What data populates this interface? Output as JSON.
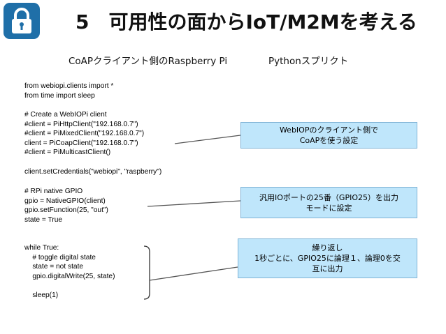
{
  "header": {
    "title": "5　可用性の面からIoT/M2Mを考える",
    "logo_icon": "padlock-icon"
  },
  "subtitle": {
    "left": "CoAPクライアント側のRaspberry Pi",
    "right": "Pythonスプリクト"
  },
  "code": {
    "imports": [
      "from webiopi.clients import *",
      "from time import sleep"
    ],
    "client": [
      "# Create a WebIOPi client",
      "#client = PiHttpClient(\"192.168.0.7\")",
      "#client = PiMixedClient(\"192.168.0.7\")",
      "client = PiCoapClient(\"192.168.0.7\")",
      "#client = PiMulticastClient()"
    ],
    "credentials": [
      "client.setCredentials(\"webiopi\", \"raspberry\")"
    ],
    "gpio": [
      "# RPi native GPIO",
      "gpio = NativeGPIO(client)",
      "gpio.setFunction(25, \"out\")",
      "state = True"
    ],
    "loop": [
      "while True:",
      "    # toggle digital state",
      "    state = not state",
      "    gpio.digitalWrite(25, state)",
      "",
      "    sleep(1)"
    ]
  },
  "callouts": {
    "coap": [
      "WebIOPのクライアント側で",
      "CoAPを使う設定"
    ],
    "gpio": [
      "汎用IOポートの25番（GPIO25）を出力",
      "モードに設定"
    ],
    "loop": [
      "繰り返し",
      "1秒ごとに、GPIO25に論理１、論理0を交",
      "互に出力"
    ]
  },
  "colors": {
    "callout_fill": "#bfe6fb",
    "callout_border": "#7fb3d5",
    "logo": "#1f6fa8"
  }
}
